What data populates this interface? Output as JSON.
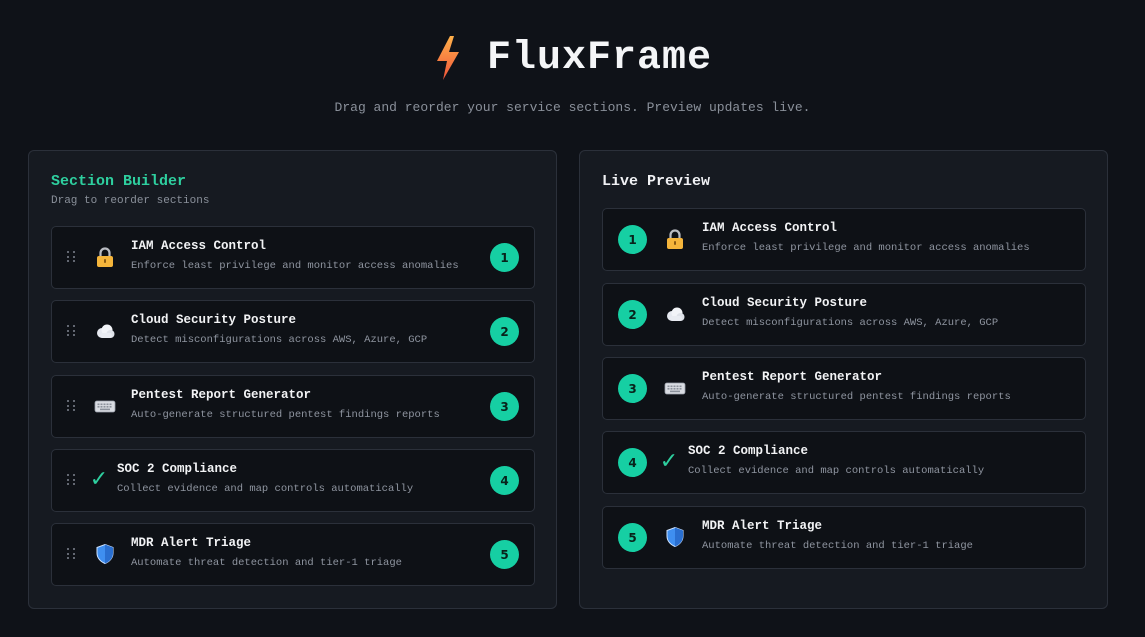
{
  "brand": {
    "name": "FluxFrame",
    "icon": "lightning-bolt-icon",
    "accent": "#f26b3a"
  },
  "tagline": "Drag and reorder your service sections. Preview updates live.",
  "builder": {
    "title": "Section Builder",
    "subtitle": "Drag to reorder sections",
    "title_color": "#2ecf9f"
  },
  "preview": {
    "title": "Live Preview"
  },
  "sections": [
    {
      "number": "1",
      "title": "IAM Access Control",
      "description": "Enforce least privilege and monitor access anomalies",
      "icon": "lock-icon"
    },
    {
      "number": "2",
      "title": "Cloud Security Posture",
      "description": "Detect misconfigurations across AWS, Azure, GCP",
      "icon": "cloud-icon"
    },
    {
      "number": "3",
      "title": "Pentest Report Generator",
      "description": "Auto-generate structured pentest findings reports",
      "icon": "keyboard-icon"
    },
    {
      "number": "4",
      "title": "SOC 2 Compliance",
      "description": "Collect evidence and map controls automatically",
      "icon": "check-mark-icon"
    },
    {
      "number": "5",
      "title": "MDR Alert Triage",
      "description": "Automate threat detection and tier-1 triage",
      "icon": "shield-icon"
    }
  ],
  "colors": {
    "background": "#0f1218",
    "panel": "#161a21",
    "badge": "#16cfa3"
  }
}
